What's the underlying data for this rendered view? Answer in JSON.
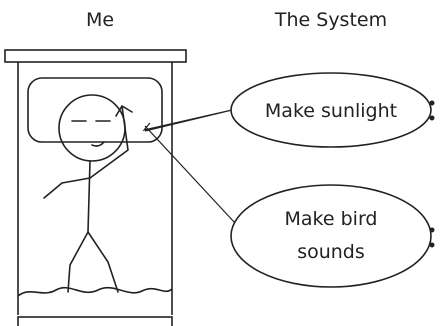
{
  "actors": {
    "me": "Me",
    "system": "The System"
  },
  "use_cases": [
    {
      "label": "Make sunlight"
    },
    {
      "label_line1": "Make bird",
      "label_line2": "sounds"
    }
  ]
}
